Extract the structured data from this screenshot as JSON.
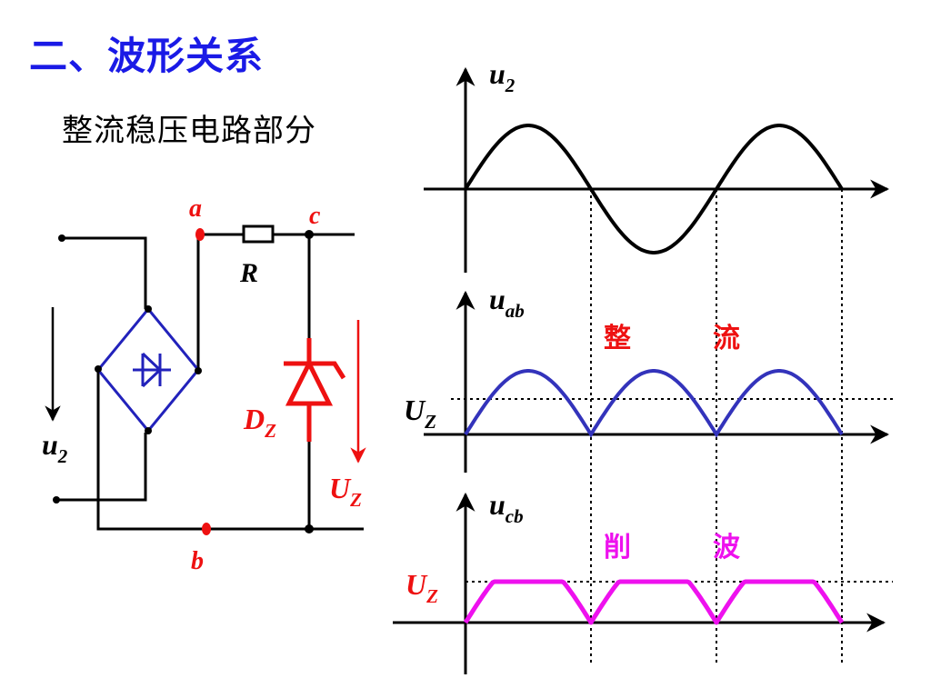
{
  "heading": {
    "title": "二、波形关系",
    "subtitle": "整流稳压电路部分"
  },
  "circuit": {
    "node_a": "a",
    "node_b": "b",
    "node_c": "c",
    "resistor": "R",
    "zener_main": "D",
    "zener_sub": "Z",
    "input_main": "u",
    "input_sub": "2",
    "output_main": "U",
    "output_sub": "Z"
  },
  "waveforms": {
    "u2": {
      "main": "u",
      "sub": "2"
    },
    "uab": {
      "main": "u",
      "sub": "ab",
      "level_main": "U",
      "level_sub": "Z",
      "note_left": "整",
      "note_right": "流"
    },
    "ucb": {
      "main": "u",
      "sub": "cb",
      "level_main": "U",
      "level_sub": "Z",
      "note_left": "削",
      "note_right": "波"
    }
  },
  "colors": {
    "title": "#1a1ae6",
    "bridge": "#2222bb",
    "red": "#ee1111",
    "rectified": "#3333bb",
    "clipped": "#ee11ee",
    "black": "#000000"
  }
}
